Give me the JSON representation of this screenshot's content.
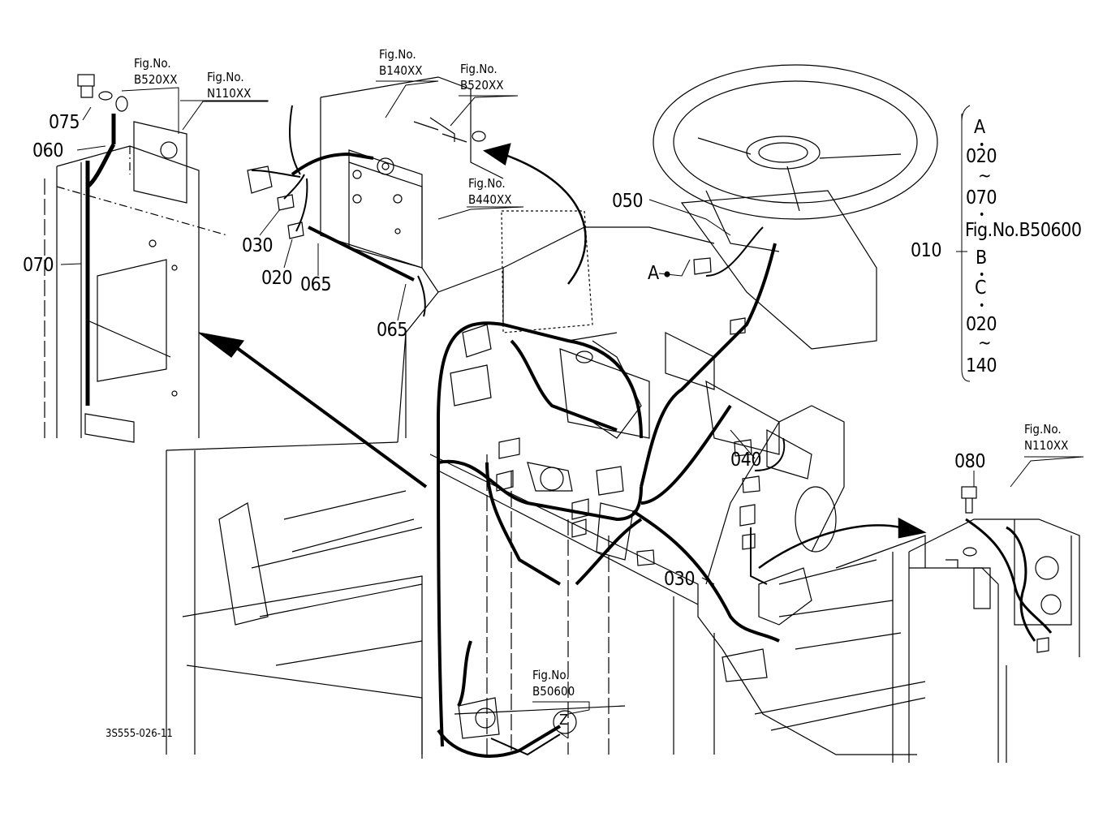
{
  "diagram_code": "3S555-026-11",
  "fig_refs": {
    "top_left_1": {
      "line1": "Fig.No.",
      "line2": "B520XX"
    },
    "top_left_2": {
      "line1": "Fig.No.",
      "line2": "N110XX"
    },
    "top_mid_1": {
      "line1": "Fig.No.",
      "line2": "B140XX"
    },
    "top_mid_2": {
      "line1": "Fig.No.",
      "line2": "B520XX"
    },
    "mid": {
      "line1": "Fig.No.",
      "line2": "B440XX"
    },
    "bottom_right": {
      "line1": "Fig.No.",
      "line2": "N110XX"
    },
    "bottom_mid": {
      "line1": "Fig.No.",
      "line2": "B50600"
    }
  },
  "part_numbers": {
    "p075": "075",
    "p060": "060",
    "p070": "070",
    "p030_a": "030",
    "p020": "020",
    "p065_a": "065",
    "p065_b": "065",
    "p050": "050",
    "p010": "010",
    "p040": "040",
    "p080": "080",
    "p030_b": "030"
  },
  "callouts": {
    "a": "A",
    "z": "Z"
  },
  "range_list": {
    "item1": "A",
    "item2": "020",
    "item3": "070",
    "item4": "Fig.No.B50600",
    "item5": "B",
    "item6": "C",
    "item7": "020",
    "item8": "140",
    "separator_dot": "•",
    "tilde": "~"
  }
}
